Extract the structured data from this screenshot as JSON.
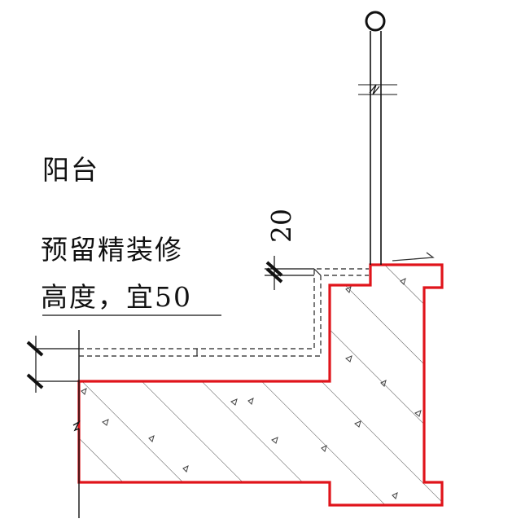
{
  "labels": {
    "balcony": "阳台",
    "note_line1": "预留精装修",
    "note_line2": "高度，宜50",
    "dimension": "20"
  },
  "colors": {
    "outline_red": "#e0141b",
    "line_black": "#111111",
    "background": "#ffffff"
  }
}
